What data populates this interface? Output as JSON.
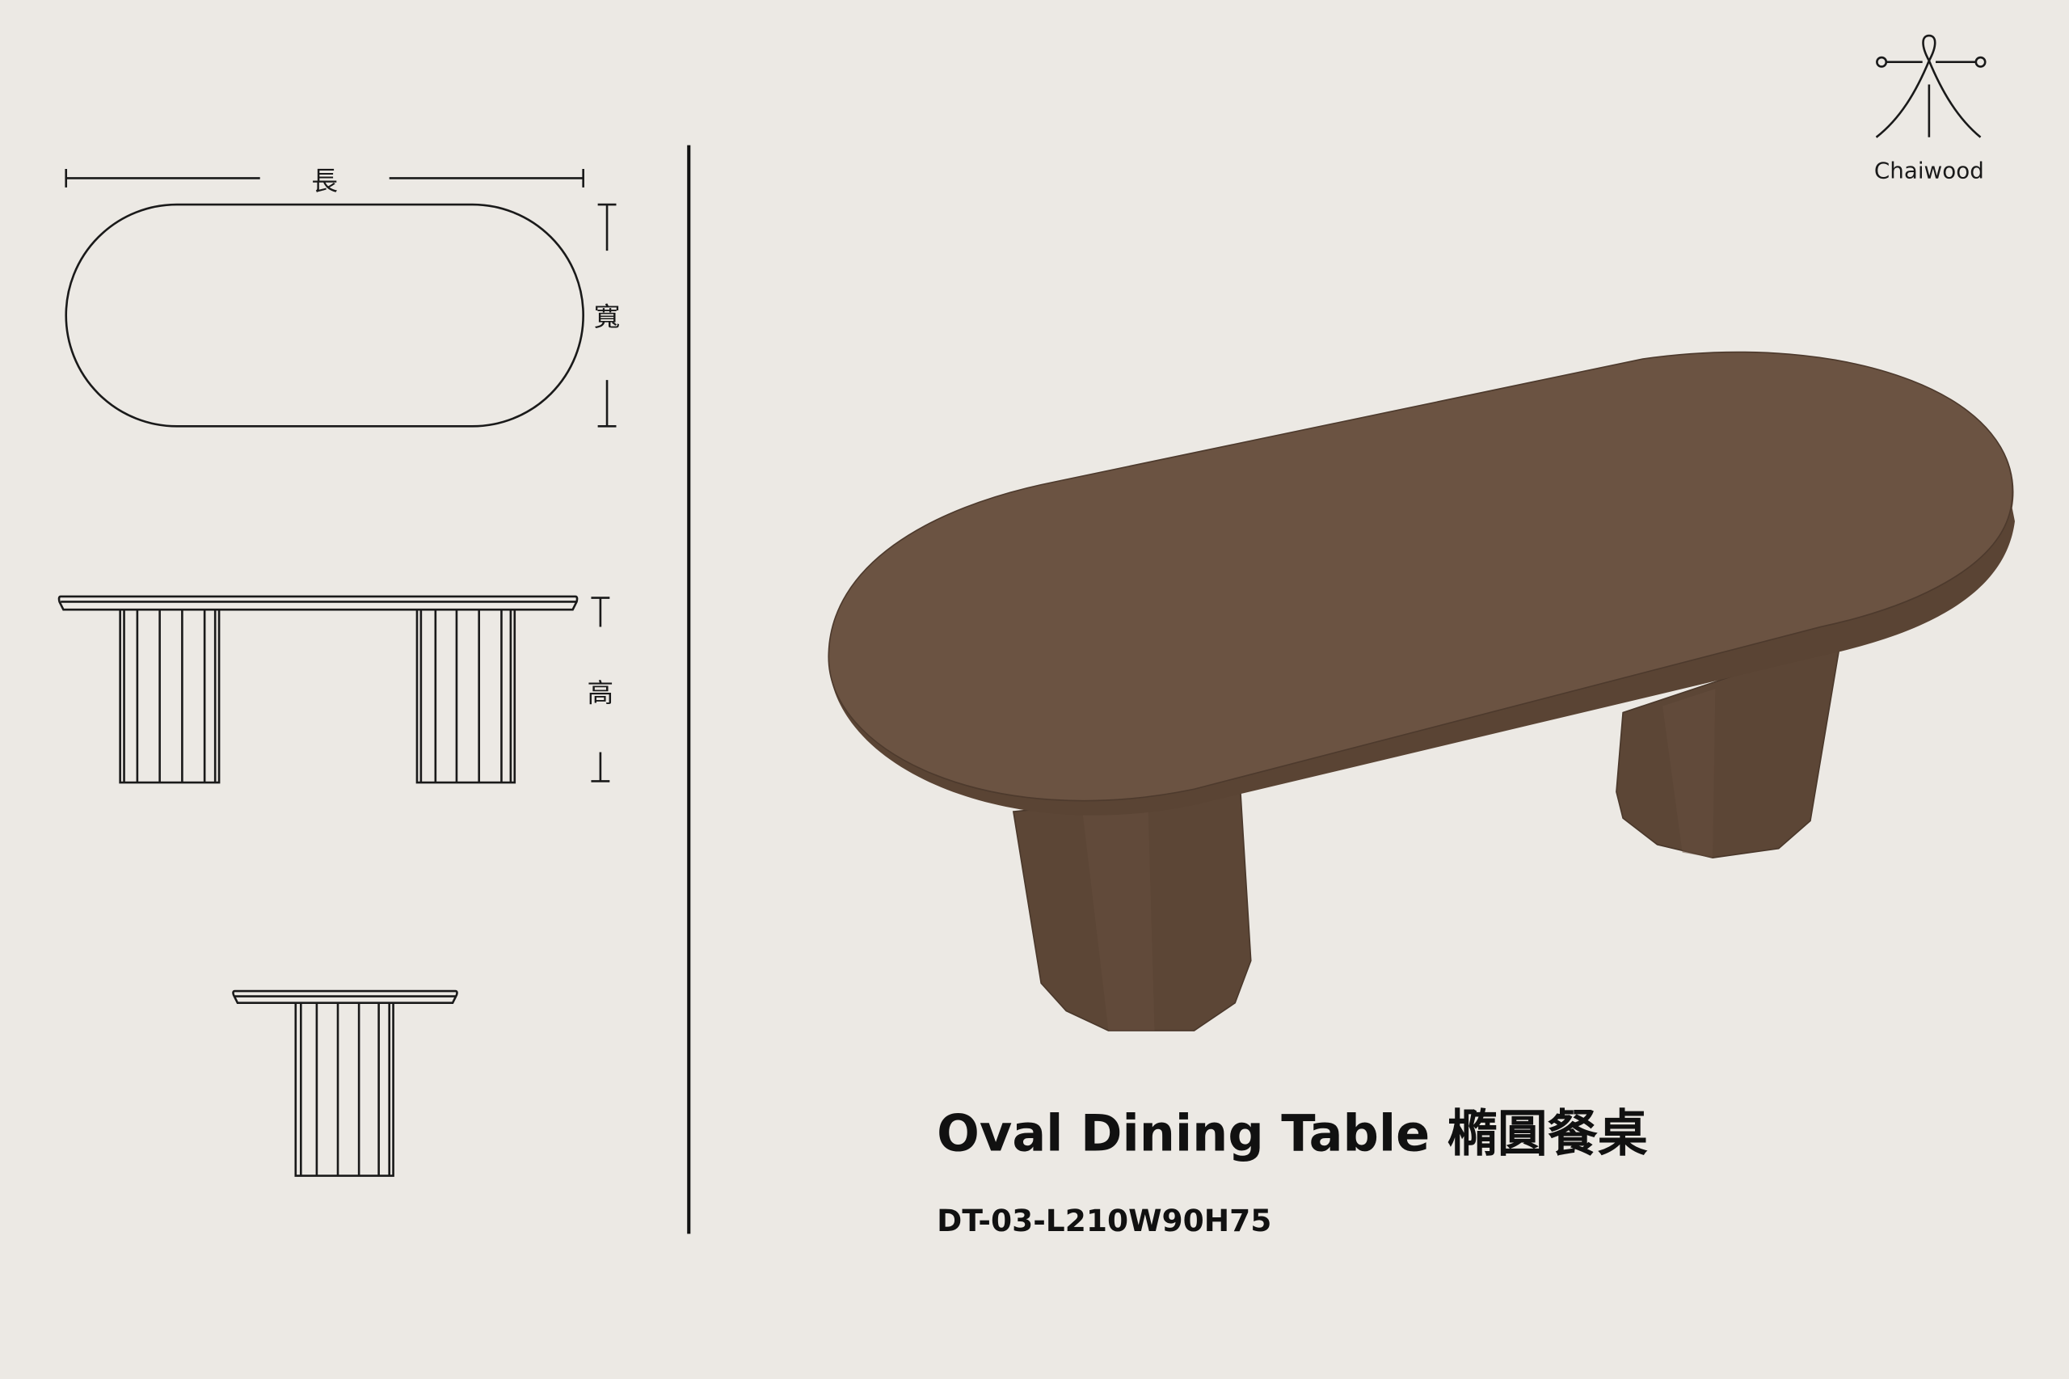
{
  "brand": {
    "name": "Chaiwood",
    "logo_icon": "wood-character-logo-icon"
  },
  "dimensions": {
    "length_label": "長",
    "width_label": "寬",
    "height_label": "高"
  },
  "product": {
    "title": "Oval Dining Table 橢圓餐桌",
    "code": "DT-03-L210W90H75"
  },
  "colors": {
    "background": "#ece9e4",
    "table_top": "#6b5342",
    "table_leg": "#5c4636",
    "line": "#1a1a1a"
  }
}
